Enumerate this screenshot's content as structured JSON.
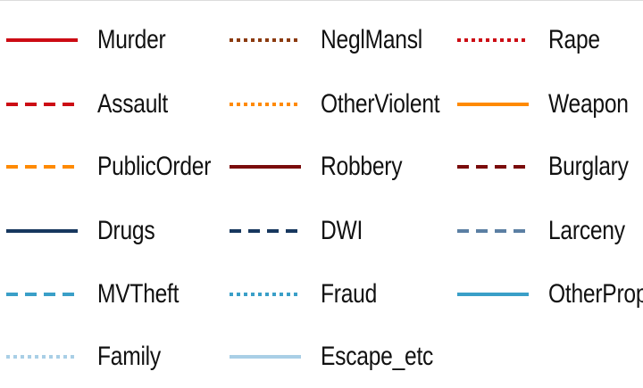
{
  "chart_data": {
    "type": "legend",
    "legend": {
      "columns": 3,
      "entries": [
        {
          "label": "Murder",
          "color": "#cc0c14",
          "linetype": "solid"
        },
        {
          "label": "NeglMansl",
          "color": "#8b3a0f",
          "linetype": "dotted"
        },
        {
          "label": "Rape",
          "color": "#cc0c14",
          "linetype": "dotted"
        },
        {
          "label": "Assault",
          "color": "#cc0c14",
          "linetype": "dashed"
        },
        {
          "label": "OtherViolent",
          "color": "#ff8a00",
          "linetype": "dotted"
        },
        {
          "label": "Weapon",
          "color": "#ff8a00",
          "linetype": "solid"
        },
        {
          "label": "PublicOrder",
          "color": "#ff8a00",
          "linetype": "dashed"
        },
        {
          "label": "Robbery",
          "color": "#7a0b0b",
          "linetype": "solid"
        },
        {
          "label": "Burglary",
          "color": "#7a0b0b",
          "linetype": "dashed"
        },
        {
          "label": "Drugs",
          "color": "#17375e",
          "linetype": "solid"
        },
        {
          "label": "DWI",
          "color": "#17375e",
          "linetype": "dashed"
        },
        {
          "label": "Larceny",
          "color": "#5b7fa3",
          "linetype": "dashed"
        },
        {
          "label": "MVTheft",
          "color": "#3a9fc8",
          "linetype": "dashed"
        },
        {
          "label": "Fraud",
          "color": "#3a9fc8",
          "linetype": "dotted"
        },
        {
          "label": "OtherProp",
          "color": "#3a9fc8",
          "linetype": "solid"
        },
        {
          "label": "Family",
          "color": "#a9cfe6",
          "linetype": "dotted"
        },
        {
          "label": "Escape_etc",
          "color": "#a9cfe6",
          "linetype": "solid"
        }
      ]
    }
  }
}
